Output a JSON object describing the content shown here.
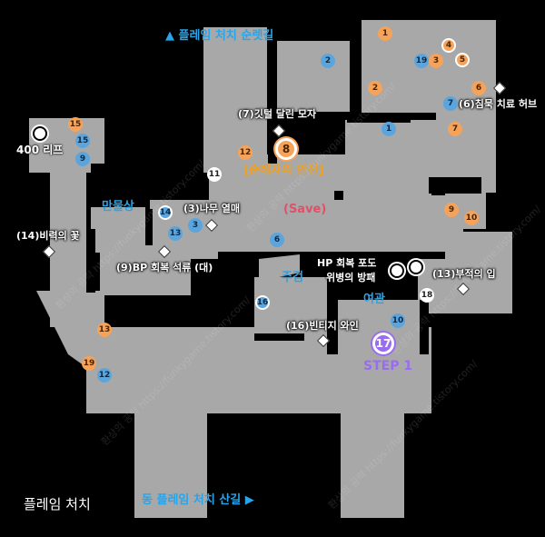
{
  "labels": {
    "title": "플레임 처치",
    "north_exit": "▲ 플레임 처치 순렛길",
    "east_exit": "동 플레임 처치 산길 ▶",
    "save_spot": "[순례자의 안전]",
    "save": "(Save)",
    "statue": "만물상",
    "weapon_shop": "주검",
    "inn": "여관",
    "step1": "STEP 1",
    "lift": "400 리프",
    "hp_line1": "HP 회복 포도",
    "hp_line2": "위병의 방패",
    "item7": "(7)깃털 달린 모자",
    "item3": "(3)나무 열매",
    "item14": "(14)비력의 꽃",
    "item9": "(9)BP 회복 석류 (대)",
    "item6": "(6)침묵 치료 허브",
    "item13": "(13)부적의 입",
    "item16": "(16)빈티지 와인"
  },
  "watermark": "환상의 공략 https://funkygame.tistory.com/",
  "markers": {
    "orange": [
      "1",
      "4",
      "5",
      "3",
      "2",
      "6",
      "7",
      "15",
      "12",
      "9",
      "10",
      "13",
      "19"
    ],
    "blue": [
      "2",
      "19",
      "1",
      "7",
      "15",
      "9",
      "14",
      "3",
      "13",
      "6",
      "16",
      "10",
      "12"
    ],
    "white": [
      "11",
      "18"
    ],
    "save_number": "8",
    "step_number": "17"
  },
  "colors": {
    "background": "#000000",
    "floor": "#a8a8a8",
    "orange": "#f5a35a",
    "blue": "#5ba5dc",
    "label_blue": "#2aa4e8",
    "label_orange": "#f0a020",
    "label_red": "#e0506a",
    "label_purple": "#9a6cf0"
  }
}
